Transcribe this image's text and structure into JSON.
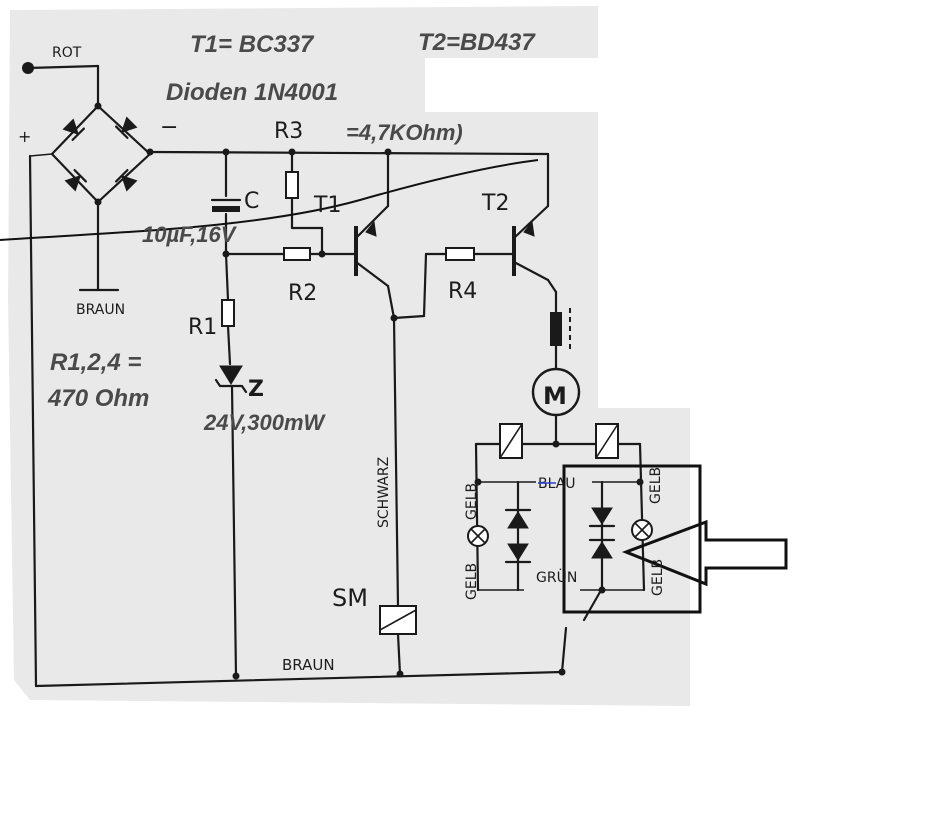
{
  "annotations": {
    "t1": "T1= BC337",
    "t2": "T2=BD437",
    "dioden": "Dioden 1N4001",
    "r3_value": "=4,7KOhm)",
    "cap_value": "10µF,16V",
    "r124_line1": "R1,2,4 =",
    "r124_line2": "470 Ohm",
    "zener_value": "24V,300mW"
  },
  "labels": {
    "rot": "ROT",
    "plus": "+",
    "minus": "−",
    "braun_left": "BRAUN",
    "braun_bottom": "BRAUN",
    "schwarz": "SCHWARZ",
    "blau": "BLAU",
    "gruen": "GRÜN",
    "gelb_1": "GELB",
    "gelb_2": "GELB",
    "gelb_3": "GELB",
    "gelb_4": "GELB"
  },
  "components": {
    "r1": "R1",
    "r2": "R2",
    "r3": "R3",
    "r4": "R4",
    "c": "C",
    "z": "Z",
    "t1": "T1",
    "t2": "T2",
    "m": "M",
    "sm": "SM"
  },
  "colors": {
    "paper": "#e9e9e9",
    "ink": "#1a1a1a",
    "annotation": "#4a4a4a",
    "blau_mark": "#2a3fd6"
  }
}
